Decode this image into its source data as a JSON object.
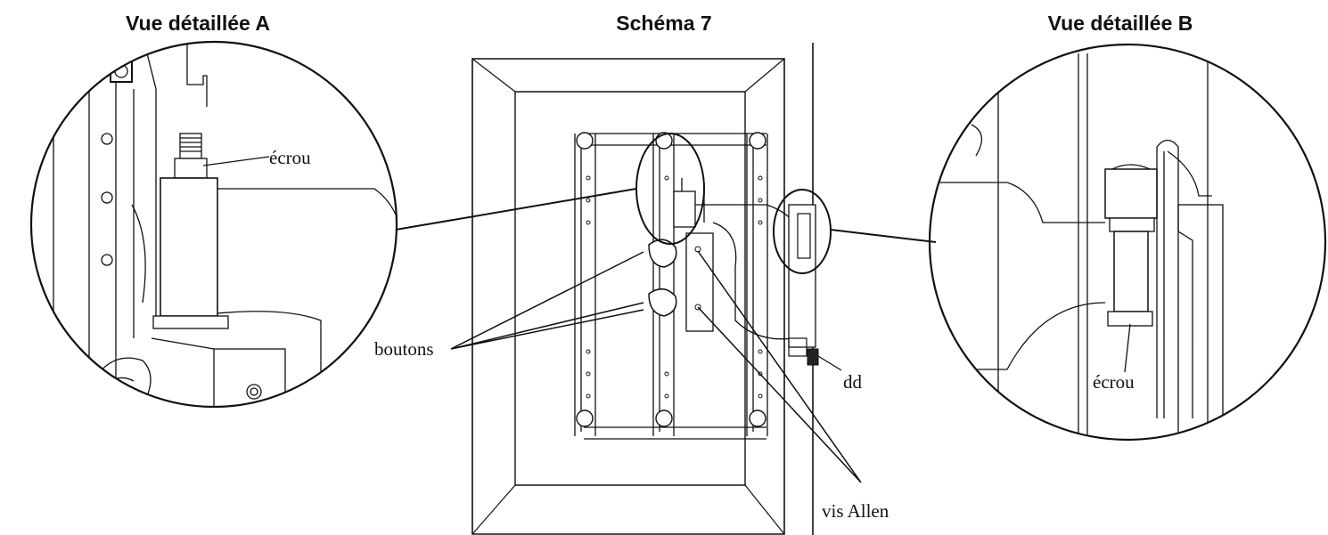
{
  "titles": {
    "detail_a": "Vue détaillée A",
    "main": "Schéma 7",
    "detail_b": "Vue détaillée B"
  },
  "labels": {
    "nut_a": "écrou",
    "knobs": "boutons",
    "dd": "dd",
    "allen_screws": "vis Allen",
    "nut_b": "écrou"
  }
}
